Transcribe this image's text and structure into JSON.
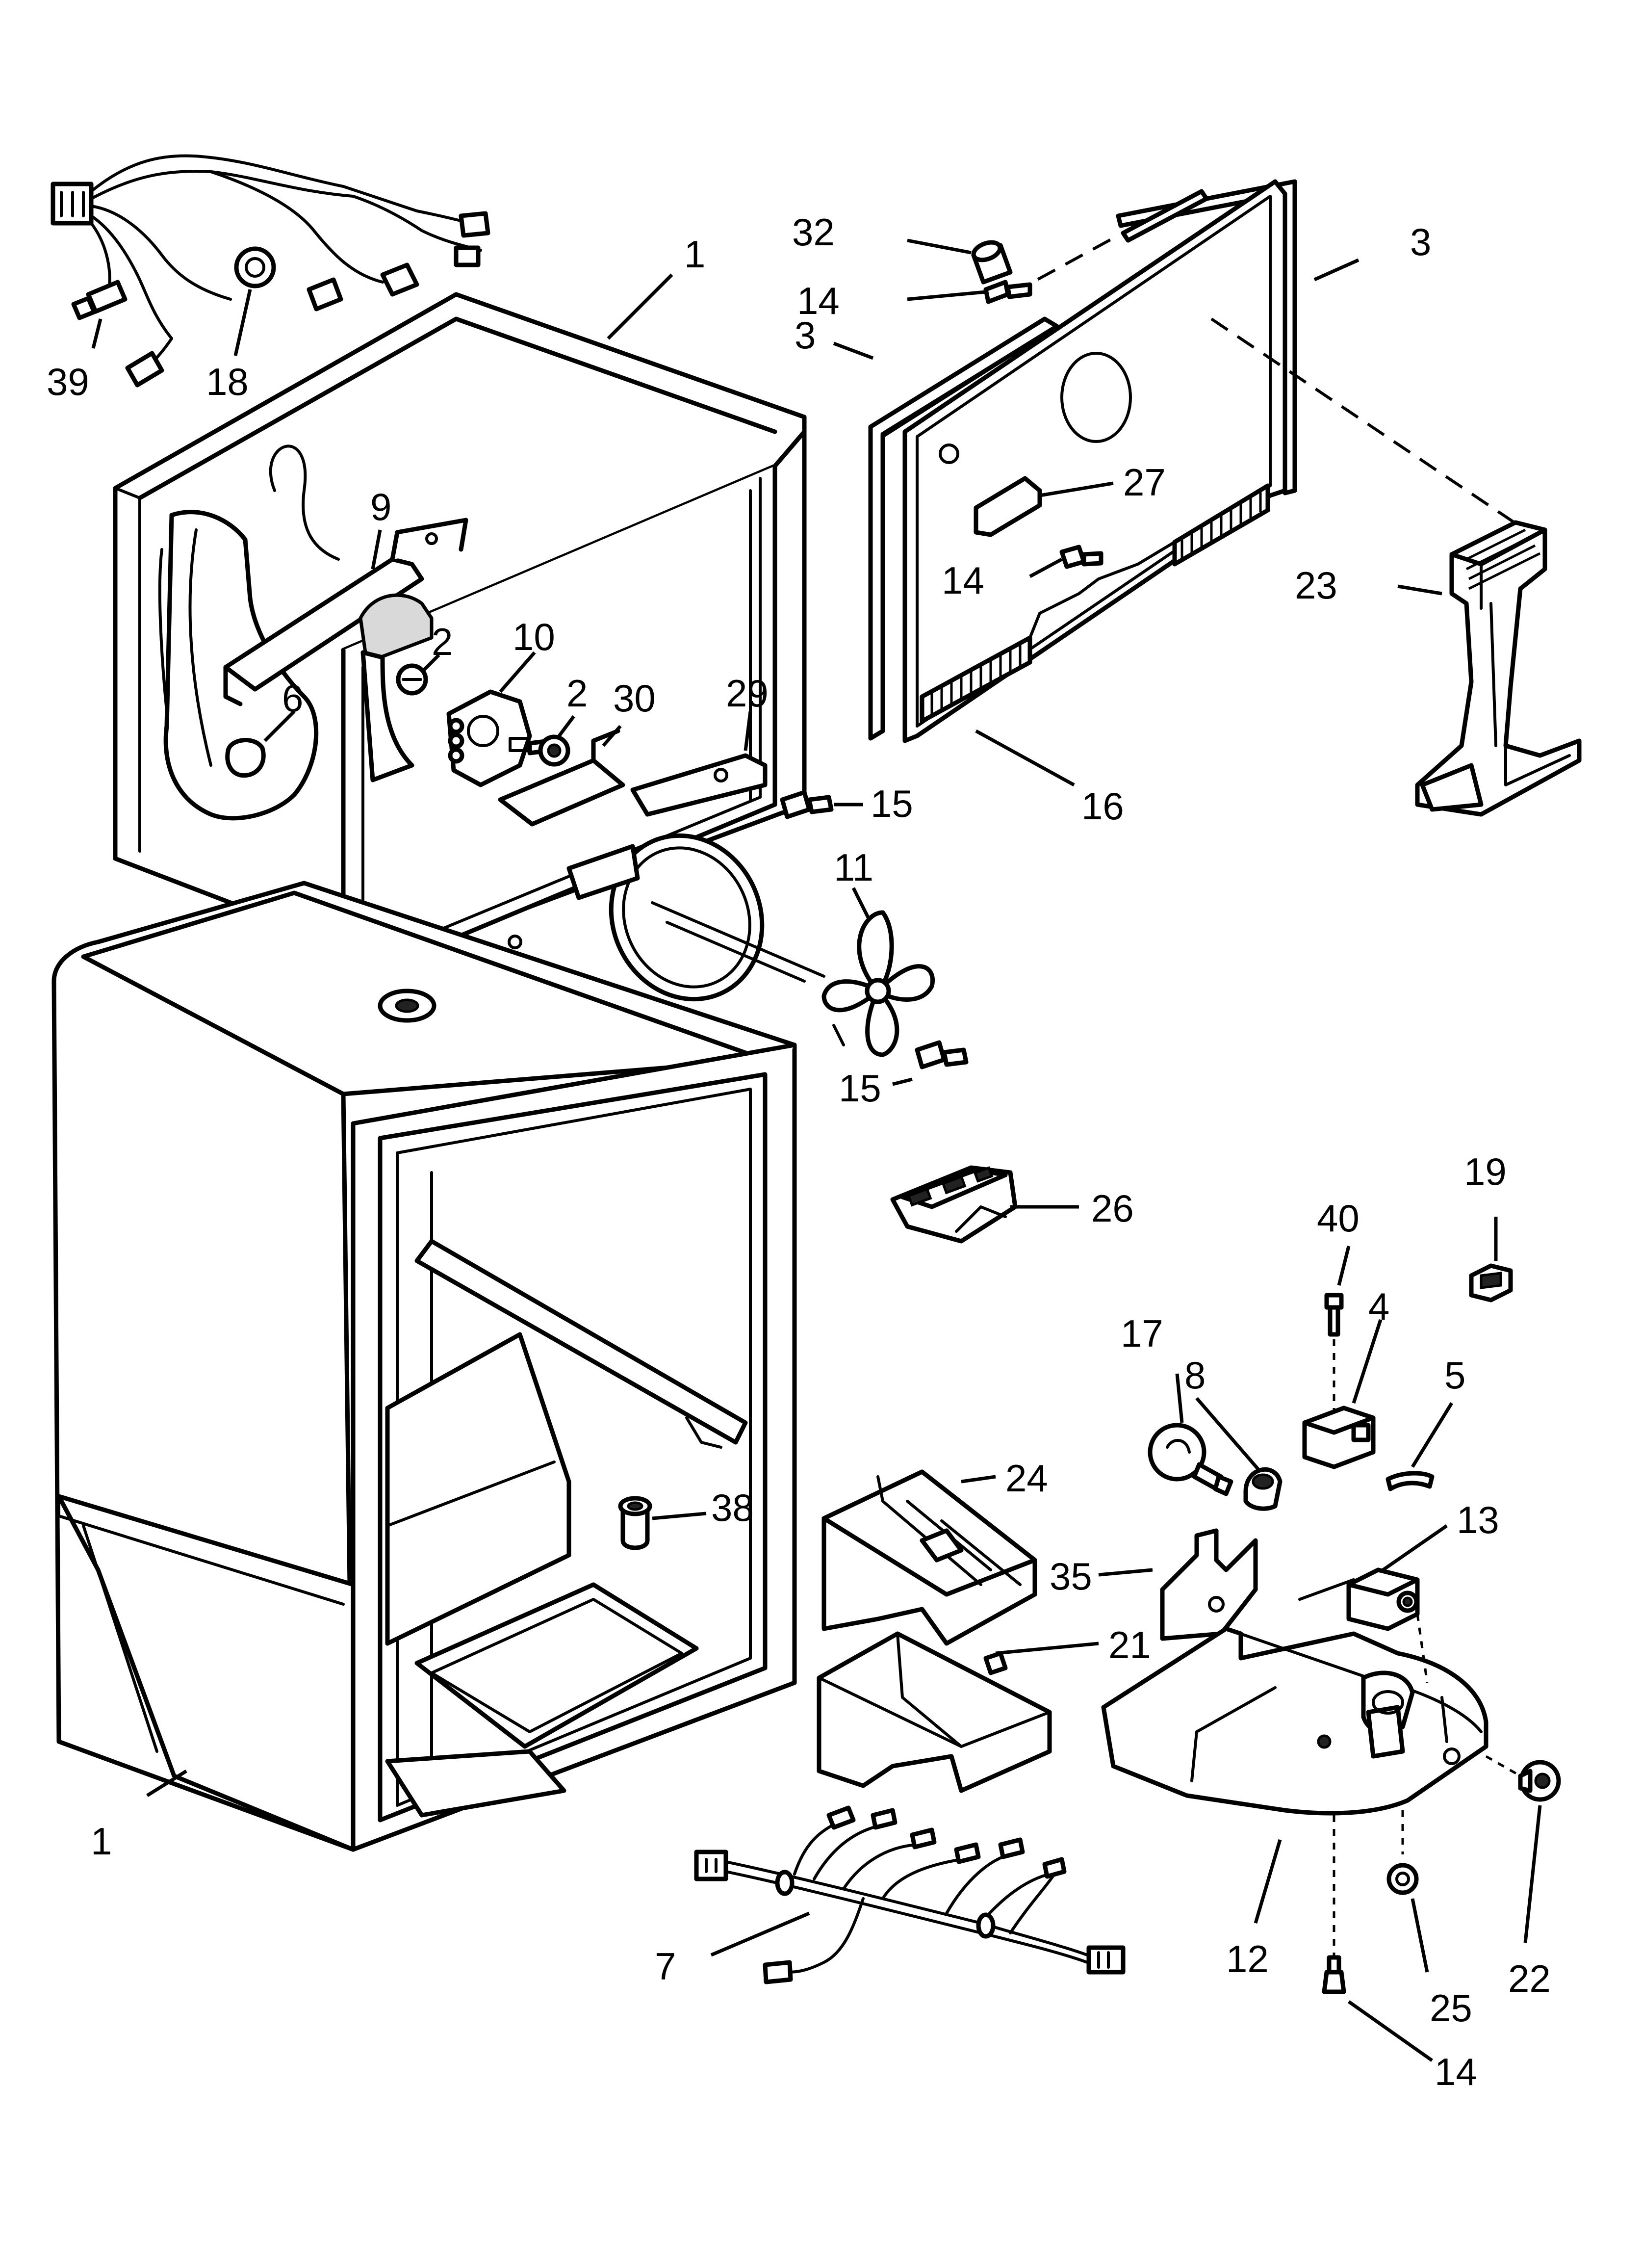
{
  "callouts": [
    {
      "id": "c1a",
      "label": "1"
    },
    {
      "id": "c1b",
      "label": "1"
    },
    {
      "id": "c2a",
      "label": "2"
    },
    {
      "id": "c2b",
      "label": "2"
    },
    {
      "id": "c3a",
      "label": "3"
    },
    {
      "id": "c3b",
      "label": "3"
    },
    {
      "id": "c4",
      "label": "4"
    },
    {
      "id": "c5",
      "label": "5"
    },
    {
      "id": "c6",
      "label": "6"
    },
    {
      "id": "c7",
      "label": "7"
    },
    {
      "id": "c8",
      "label": "8"
    },
    {
      "id": "c9",
      "label": "9"
    },
    {
      "id": "c10",
      "label": "10"
    },
    {
      "id": "c11",
      "label": "11"
    },
    {
      "id": "c12",
      "label": "12"
    },
    {
      "id": "c13",
      "label": "13"
    },
    {
      "id": "c14a",
      "label": "14"
    },
    {
      "id": "c14b",
      "label": "14"
    },
    {
      "id": "c14c",
      "label": "14"
    },
    {
      "id": "c15a",
      "label": "15"
    },
    {
      "id": "c15b",
      "label": "15"
    },
    {
      "id": "c16",
      "label": "16"
    },
    {
      "id": "c17",
      "label": "17"
    },
    {
      "id": "c18",
      "label": "18"
    },
    {
      "id": "c19",
      "label": "19"
    },
    {
      "id": "c21",
      "label": "21"
    },
    {
      "id": "c22",
      "label": "22"
    },
    {
      "id": "c23",
      "label": "23"
    },
    {
      "id": "c24",
      "label": "24"
    },
    {
      "id": "c25",
      "label": "25"
    },
    {
      "id": "c26",
      "label": "26"
    },
    {
      "id": "c27",
      "label": "27"
    },
    {
      "id": "c29",
      "label": "29"
    },
    {
      "id": "c30",
      "label": "30"
    },
    {
      "id": "c32",
      "label": "32"
    },
    {
      "id": "c35",
      "label": "35"
    },
    {
      "id": "c38",
      "label": "38"
    },
    {
      "id": "c39",
      "label": "39"
    },
    {
      "id": "c40",
      "label": "40"
    }
  ]
}
